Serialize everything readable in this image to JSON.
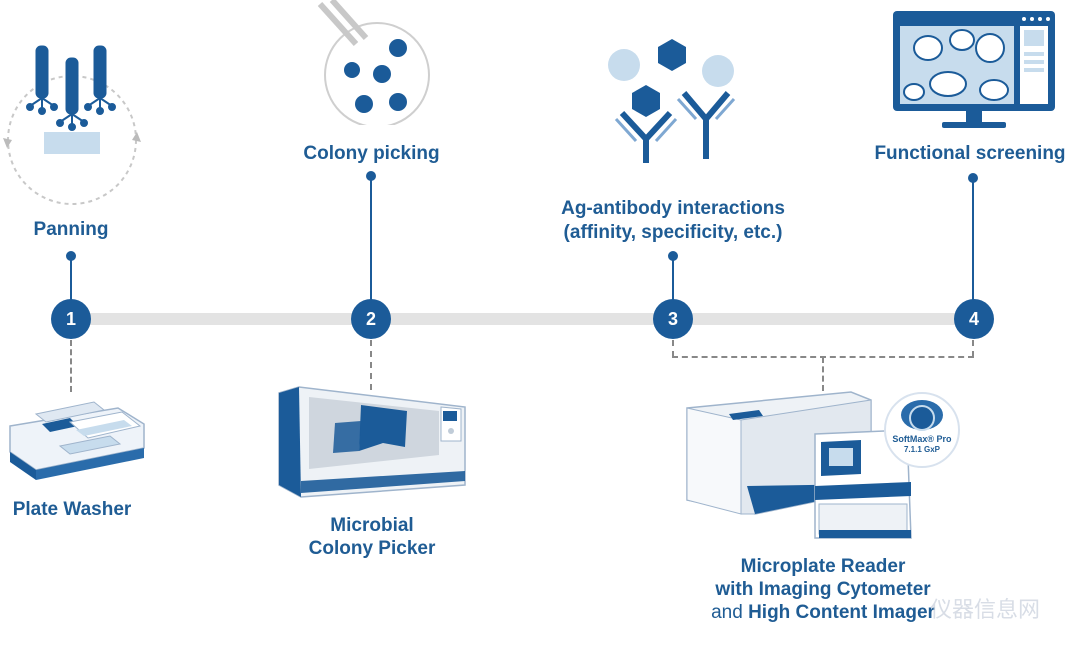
{
  "stages": [
    {
      "number": "1",
      "label": "Panning"
    },
    {
      "number": "2",
      "label": "Colony picking"
    },
    {
      "number": "3",
      "label_line1": "Ag-antibody interactions",
      "label_line2": "(affinity, specificity, etc.)"
    },
    {
      "number": "4",
      "label": "Functional screening"
    }
  ],
  "instruments": [
    {
      "label": "Plate Washer"
    },
    {
      "label_line1": "Microbial",
      "label_line2": "Colony Picker"
    },
    {
      "label_line1": "Microplate Reader",
      "label_line2": "with Imaging Cytometer",
      "label_line3_prefix": "and ",
      "label_line3_bold": "High Content Imager"
    }
  ],
  "software_badge": {
    "line1": "SoftMax® Pro",
    "line2": "7.1.1 GxP"
  },
  "watermark": "仪器信息网",
  "colors": {
    "primary": "#1b5b99",
    "light_blue": "#c7dced",
    "timeline": "#e3e3e3"
  }
}
